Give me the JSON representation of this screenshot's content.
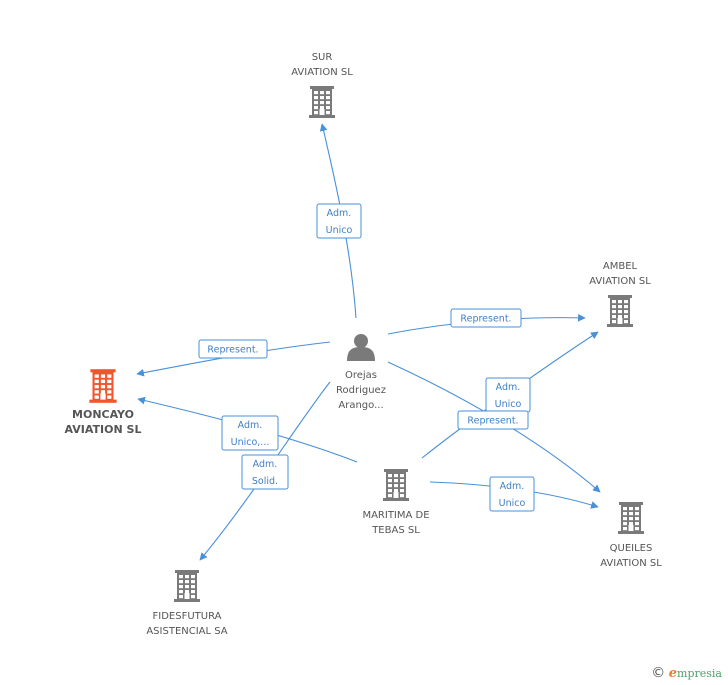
{
  "nodes": [
    {
      "id": "sur",
      "lines": [
        "SUR",
        "AVIATION SL"
      ],
      "type": "company",
      "color": "#7a7a7a",
      "main": false
    },
    {
      "id": "ambel",
      "lines": [
        "AMBEL",
        "AVIATION  SL"
      ],
      "type": "company",
      "color": "#7a7a7a",
      "main": false
    },
    {
      "id": "person",
      "lines": [
        "Orejas",
        "Rodriguez",
        "Arango..."
      ],
      "type": "person",
      "color": "#7a7a7a",
      "main": false
    },
    {
      "id": "moncayo",
      "lines": [
        "MONCAYO",
        "AVIATION SL"
      ],
      "type": "company",
      "color": "#f0552d",
      "main": true
    },
    {
      "id": "maritima",
      "lines": [
        "MARITIMA DE",
        "TEBAS SL"
      ],
      "type": "company",
      "color": "#7a7a7a",
      "main": false
    },
    {
      "id": "queiles",
      "lines": [
        "QUEILES",
        "AVIATION SL"
      ],
      "type": "company",
      "color": "#7a7a7a",
      "main": false
    },
    {
      "id": "fidesfutura",
      "lines": [
        "FIDESFUTURA",
        "ASISTENCIAL SA"
      ],
      "type": "company",
      "color": "#7a7a7a",
      "main": false
    }
  ],
  "edges": [
    {
      "id": "e-person-sur",
      "from": "person",
      "to": "sur",
      "label": [
        "Adm.",
        "Unico"
      ]
    },
    {
      "id": "e-person-ambel",
      "from": "person",
      "to": "ambel",
      "label": [
        "Represent."
      ]
    },
    {
      "id": "e-person-moncayo",
      "from": "person",
      "to": "moncayo",
      "label": [
        "Represent."
      ]
    },
    {
      "id": "e-maritima-moncayo",
      "from": "maritima",
      "to": "moncayo",
      "label": [
        "Adm.",
        "Unico,..."
      ]
    },
    {
      "id": "e-person-fidesfutura",
      "from": "person",
      "to": "fidesfutura",
      "label": [
        "Adm.",
        "Solid."
      ]
    },
    {
      "id": "e-maritima-ambel",
      "from": "maritima",
      "to": "ambel",
      "label": [
        "Adm.",
        "Unico"
      ]
    },
    {
      "id": "e-person-queiles",
      "from": "person",
      "to": "queiles",
      "label": [
        "Represent."
      ]
    },
    {
      "id": "e-maritima-queiles",
      "from": "maritima",
      "to": "queiles",
      "label": [
        "Adm.",
        "Unico"
      ]
    }
  ],
  "footer": {
    "copyright_symbol": "©",
    "brand_initial": "e",
    "brand_rest": "mpresia"
  }
}
